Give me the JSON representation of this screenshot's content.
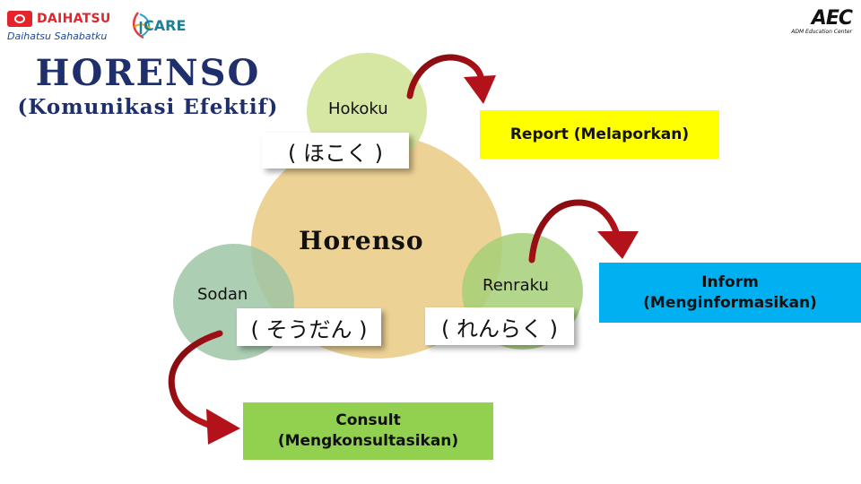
{
  "logos": {
    "daihatsu_name": "DAIHATSU",
    "daihatsu_tagline": "Daihatsu Sahabatku",
    "icare": "CARE",
    "aec": "AEC",
    "aec_sub": "ADM Education Center"
  },
  "title": "HORENSO",
  "subtitle": "(Komunikasi Efektif)",
  "diagram": {
    "center": "Horenso",
    "nodes": [
      {
        "label": "Hokoku",
        "kana": "( ほこく )",
        "meaning": "Report (Melaporkan)"
      },
      {
        "label": "Renraku",
        "kana": "( れんらく )",
        "meaning_line1": "Inform",
        "meaning_line2": "(Menginformasikan)"
      },
      {
        "label": "Sodan",
        "kana": "( そうだん )",
        "meaning_line1": "Consult",
        "meaning_line2": "(Mengkonsultasikan)"
      }
    ]
  },
  "colors": {
    "title": "#1f2f6b",
    "center_circle": "#ecd08f",
    "report_box": "#ffff00",
    "inform_box": "#00b0f0",
    "consult_box": "#92d050",
    "arrow": "#b4121a"
  }
}
